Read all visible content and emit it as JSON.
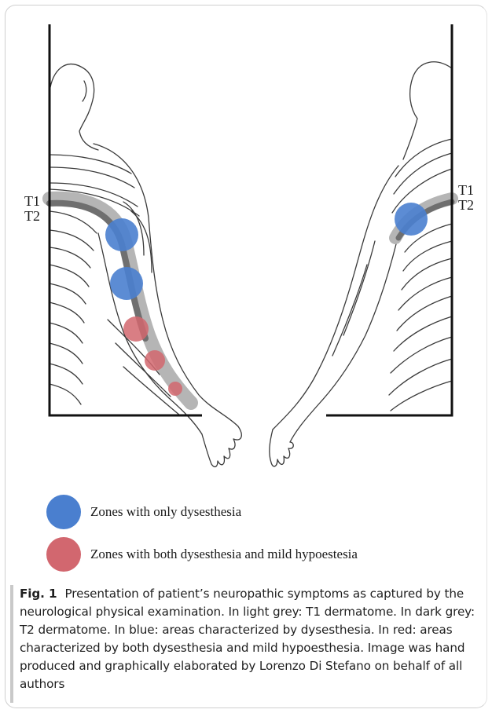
{
  "figure": {
    "dermatome_labels": {
      "left": "T1\nT2",
      "right": "T1\nT2"
    },
    "colors": {
      "dysesthesia": "#4a7fcf",
      "dysesthesia_and_hypoesthesia": "#d2676f",
      "t1_light_grey": "#b5b5b5",
      "t2_dark_grey": "#6f6f6f"
    },
    "zones": {
      "dysesthesia_count": 3,
      "dysesthesia_and_hypoesthesia_count": 3
    }
  },
  "legend": {
    "items": [
      {
        "label": "Zones with only dysesthesia",
        "color": "#4a7fcf"
      },
      {
        "label": "Zones with both dysesthesia and mild hypoestesia",
        "color": "#d2676f"
      }
    ]
  },
  "caption": {
    "label": "Fig. 1",
    "text": "Presentation of patient’s neuropathic symptoms as captured by the neurological physical examination. In light grey: T1 dermatome. In dark grey: T2 dermatome. In blue: areas characterized by dysesthesia. In red: areas characterized by both dysesthesia and mild hypoesthesia. Image was hand produced and graphically elaborated by Lorenzo Di Stefano on behalf of all authors"
  }
}
